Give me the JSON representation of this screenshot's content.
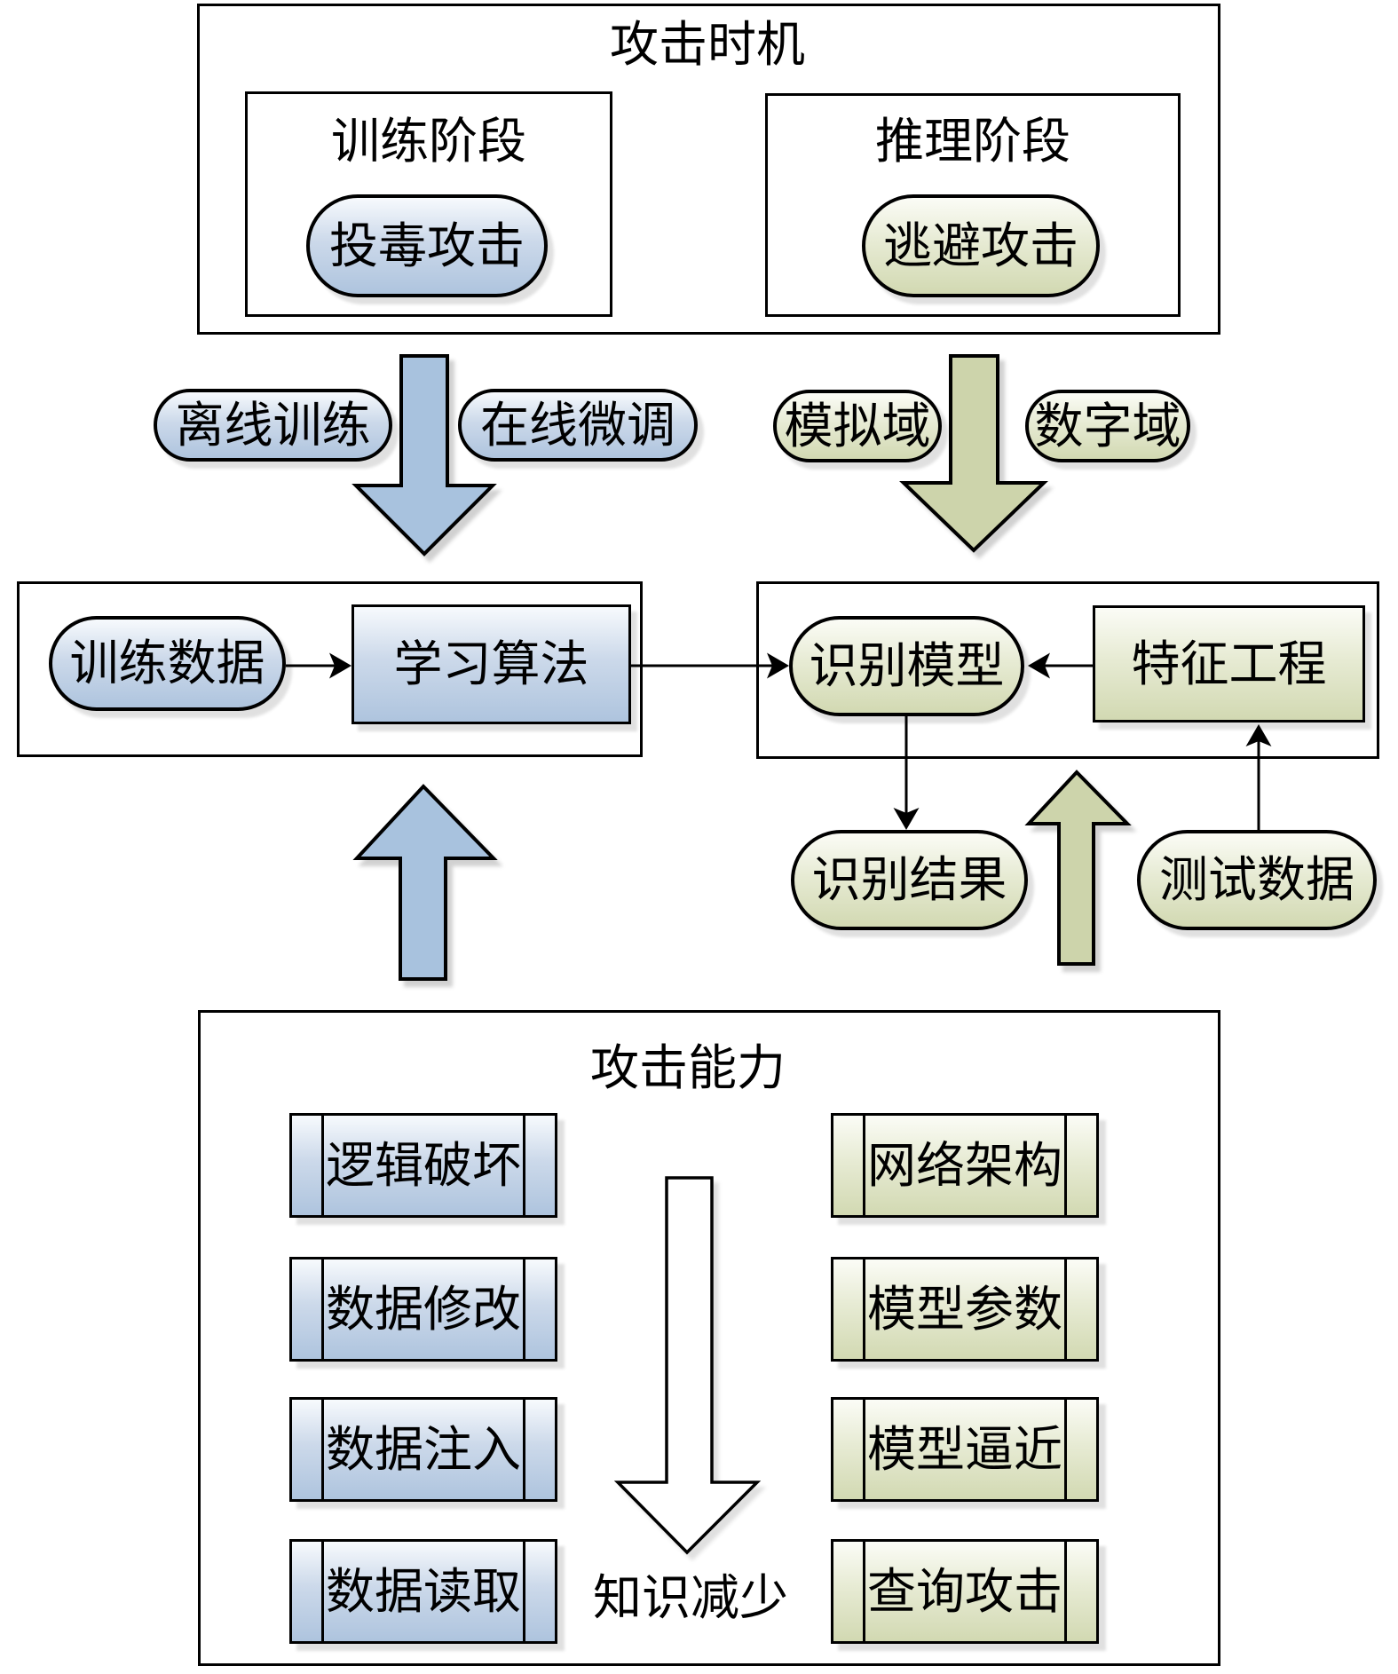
{
  "timing": {
    "title": "攻击时机",
    "training_phase": {
      "title": "训练阶段",
      "attack": "投毒攻击"
    },
    "inference_phase": {
      "title": "推理阶段",
      "attack": "逃避攻击"
    },
    "training_modes": {
      "offline": "离线训练",
      "online": "在线微调"
    },
    "inference_domains": {
      "simulation": "模拟域",
      "digital": "数字域"
    }
  },
  "training_pipeline": {
    "data": "训练数据",
    "algorithm": "学习算法"
  },
  "recognition_pipeline": {
    "model": "识别模型",
    "feature_engineering": "特征工程",
    "result": "识别结果",
    "test_data": "测试数据"
  },
  "capability": {
    "title": "攻击能力",
    "training_attacks": [
      "逻辑破坏",
      "数据修改",
      "数据注入",
      "数据读取"
    ],
    "inference_attacks": [
      "网络架构",
      "模型参数",
      "模型逼近",
      "查询攻击"
    ],
    "knowledge_axis": "知识减少"
  },
  "colors": {
    "blue_solid": "#a8c2de",
    "blue_gradient_top": "#f7fafd",
    "blue_gradient_bottom": "#aec4de",
    "green_solid": "#cdd4ab",
    "green_gradient_top": "#fbfcf6",
    "green_gradient_bottom": "#d2d9b2",
    "outline": "#000000"
  }
}
